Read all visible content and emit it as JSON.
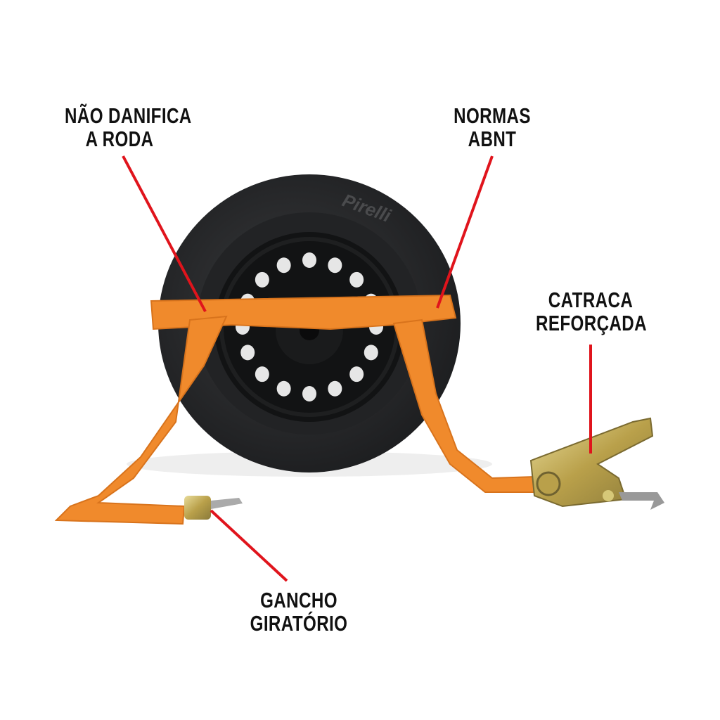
{
  "annotations": [
    {
      "id": "wheel",
      "lines": [
        "NÃO DANIFICA",
        "A RODA"
      ]
    },
    {
      "id": "standard",
      "lines": [
        "NORMAS",
        "ABNT"
      ]
    },
    {
      "id": "ratchet",
      "lines": [
        "CATRACA",
        "REFORÇADA"
      ]
    },
    {
      "id": "hook",
      "lines": [
        "GANCHO",
        "GIRATÓRIO"
      ]
    }
  ],
  "tire_brand": "Pirelli",
  "colors": {
    "strap": "#f08a2c",
    "pointer": "#e0141c",
    "tire": "#2a2b2d",
    "rim": "#141516",
    "metal": "#c9b45a"
  }
}
